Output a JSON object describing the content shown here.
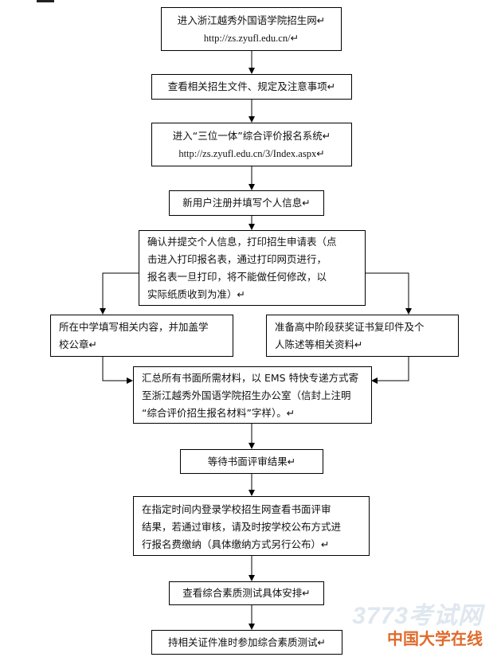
{
  "steps": {
    "s1": {
      "line1": "进入浙江越秀外国语学院招生网↵",
      "line2": "http://zs.zyufl.edu.cn/↵"
    },
    "s2": {
      "line1": "查看相关招生文件、规定及注意事项↵"
    },
    "s3": {
      "line1": "进入“三位一体”综合评价报名系统↵",
      "line2": "http://zs.zyufl.edu.cn/3/Index.aspx↵"
    },
    "s4": {
      "line1": "新用户注册并填写个人信息↵"
    },
    "s5": {
      "line1": "确认并提交个人信息，打印招生申请表（点",
      "line2": "击进入打印报名表，通过打印网页进行，",
      "line3": "报名表一旦打印，将不能做任何修改，以",
      "line4": "实际纸质收到为准）↵"
    },
    "s6a": {
      "line1": "所在中学填写相关内容，并加盖学",
      "line2": "校公章↵"
    },
    "s6b": {
      "line1": "准备高中阶段获奖证书复印件及个",
      "line2": "人陈述等相关资料↵"
    },
    "s7": {
      "line1": "汇总所有书面所需材料，以 EMS 特快专递方式寄",
      "line2": "至浙江越秀外国语学院招生办公室（信封上注明",
      "line3": "“综合评价招生报名材料”字样）。↵"
    },
    "s8": {
      "line1": "等待书面评审结果↵"
    },
    "s9": {
      "line1": "在指定时间内登录学校招生网查看书面评审",
      "line2": "结果，若通过审核，请及时按学校公布方式进",
      "line3": "行报名费缴纳（具体缴纳方式另行公布）↵"
    },
    "s10": {
      "line1": "查看综合素质测试具体安排↵"
    },
    "s11": {
      "line1": "持相关证件准时参加综合素质测试↵"
    }
  },
  "watermark": {
    "line1": "3773考试网",
    "line2": "中国大学在线"
  },
  "colors": {
    "line": "#000000",
    "box_border": "#000000",
    "watermark_blue": "#dfe7ef",
    "watermark_orange": "#e06a2a"
  }
}
